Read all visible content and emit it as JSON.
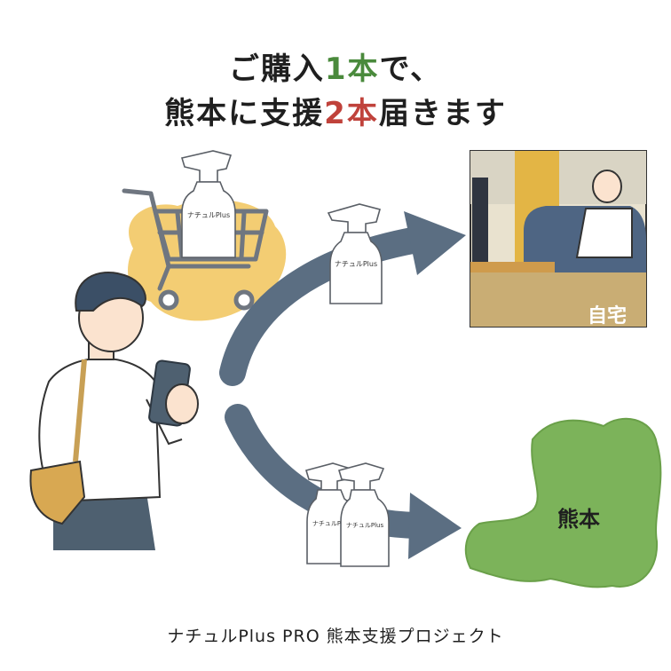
{
  "headline": {
    "line1_prefix": "ご購入",
    "line1_highlight": "1本",
    "line1_suffix": "で、",
    "line2_prefix": "熊本に支援",
    "line2_highlight": "2本",
    "line2_suffix": "届きます"
  },
  "product_label": "ナチュルPlus",
  "home_label": "自宅",
  "map_label": "熊本",
  "footer_text": "ナチュルPlus PRO 熊本支援プロジェクト",
  "colors": {
    "highlight_green": "#4a8a3c",
    "highlight_red": "#c0423b",
    "arrow": "#5b6e82",
    "map_green": "#7cb35a",
    "cart_bg": "#f3cd73"
  }
}
